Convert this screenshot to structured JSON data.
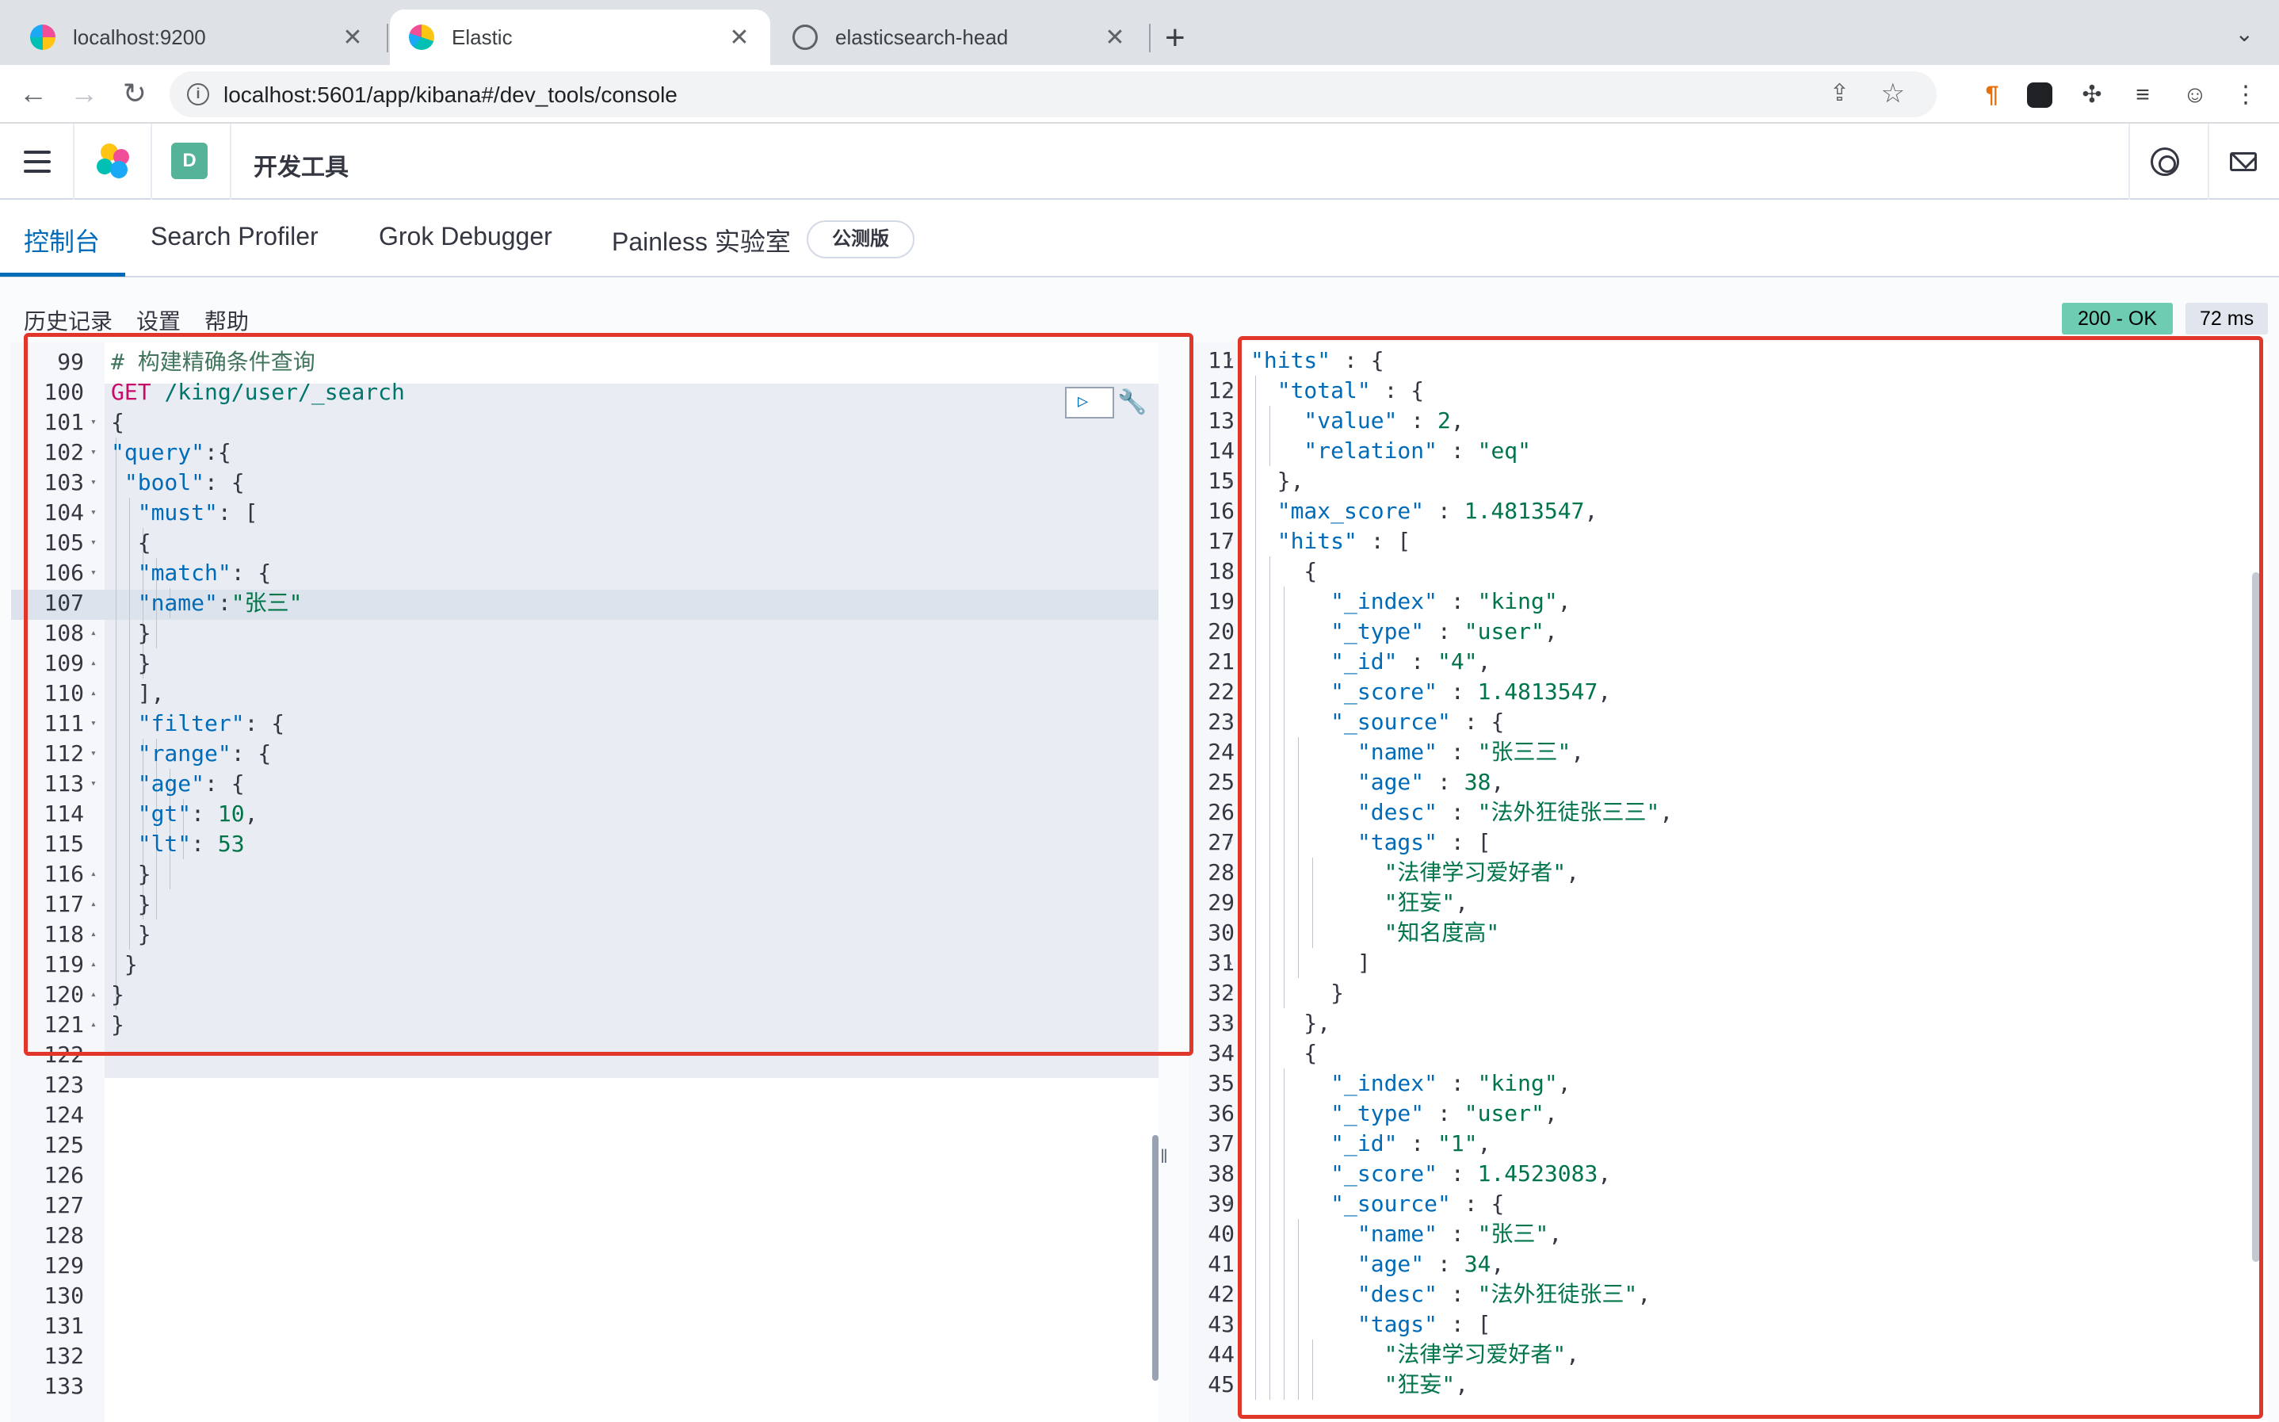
{
  "browser": {
    "tabs": [
      {
        "title": "localhost:9200",
        "close": "✕"
      },
      {
        "title": "Elastic",
        "close": "✕"
      },
      {
        "title": "elasticsearch-head",
        "close": "✕"
      }
    ],
    "new_tab": "+",
    "tab_menu": "⌄",
    "url": "localhost:5601/app/kibana#/dev_tools/console"
  },
  "kibana": {
    "space_initial": "D",
    "app_title": "开发工具",
    "tabs": [
      {
        "label": "控制台"
      },
      {
        "label": "Search Profiler"
      },
      {
        "label": "Grok Debugger"
      },
      {
        "label": "Painless 实验室"
      }
    ],
    "beta_badge": "公测版",
    "console_nav": [
      "历史记录",
      "设置",
      "帮助"
    ],
    "response_status": "200 - OK",
    "response_time": "72 ms"
  },
  "colors": {
    "accent": "#006bb8",
    "status_ok": "#6dccb1",
    "annotation_box": "#e1372b"
  },
  "request_editor": {
    "lines": [
      {
        "n": "99",
        "fold": "",
        "indent": 0,
        "tokens": [
          {
            "t": "comment",
            "v": "# 构建精确条件查询"
          }
        ]
      },
      {
        "n": "100",
        "fold": "",
        "indent": 0,
        "tokens": [
          {
            "t": "method",
            "v": "GET "
          },
          {
            "t": "url",
            "v": "/king/user/_search"
          }
        ]
      },
      {
        "n": "101",
        "fold": "▾",
        "indent": 0,
        "tokens": [
          {
            "t": "punc",
            "v": "{"
          }
        ]
      },
      {
        "n": "102",
        "fold": "▾",
        "indent": 1,
        "tokens": [
          {
            "t": "key",
            "v": "\"query\""
          },
          {
            "t": "punc",
            "v": ":{"
          }
        ]
      },
      {
        "n": "103",
        "fold": "▾",
        "indent": 1,
        "tokens": [
          {
            "t": "key",
            "v": " \"bool\""
          },
          {
            "t": "punc",
            "v": ": {"
          }
        ]
      },
      {
        "n": "104",
        "fold": "▾",
        "indent": 2,
        "tokens": [
          {
            "t": "key",
            "v": "  \"must\""
          },
          {
            "t": "punc",
            "v": ": ["
          }
        ]
      },
      {
        "n": "105",
        "fold": "▾",
        "indent": 3,
        "tokens": [
          {
            "t": "punc",
            "v": "  {"
          }
        ]
      },
      {
        "n": "106",
        "fold": "▾",
        "indent": 4,
        "tokens": [
          {
            "t": "key",
            "v": "  \"match\""
          },
          {
            "t": "punc",
            "v": ": {"
          }
        ]
      },
      {
        "n": "107",
        "fold": "",
        "indent": 5,
        "tokens": [
          {
            "t": "key",
            "v": "  \"name\""
          },
          {
            "t": "punc",
            "v": ":"
          },
          {
            "t": "str",
            "v": "\"张三\""
          }
        ]
      },
      {
        "n": "108",
        "fold": "▴",
        "indent": 4,
        "tokens": [
          {
            "t": "punc",
            "v": "  }"
          }
        ]
      },
      {
        "n": "109",
        "fold": "▴",
        "indent": 3,
        "tokens": [
          {
            "t": "punc",
            "v": "  }"
          }
        ]
      },
      {
        "n": "110",
        "fold": "▴",
        "indent": 2,
        "tokens": [
          {
            "t": "punc",
            "v": "  ],"
          }
        ]
      },
      {
        "n": "111",
        "fold": "▾",
        "indent": 2,
        "tokens": [
          {
            "t": "key",
            "v": "  \"filter\""
          },
          {
            "t": "punc",
            "v": ": {"
          }
        ]
      },
      {
        "n": "112",
        "fold": "▾",
        "indent": 4,
        "tokens": [
          {
            "t": "key",
            "v": "  \"range\""
          },
          {
            "t": "punc",
            "v": ": {"
          }
        ]
      },
      {
        "n": "113",
        "fold": "▾",
        "indent": 5,
        "tokens": [
          {
            "t": "key",
            "v": "  \"age\""
          },
          {
            "t": "punc",
            "v": ": {"
          }
        ]
      },
      {
        "n": "114",
        "fold": "",
        "indent": 6,
        "tokens": [
          {
            "t": "key",
            "v": "  \"gt\""
          },
          {
            "t": "punc",
            "v": ": "
          },
          {
            "t": "num",
            "v": "10"
          },
          {
            "t": "punc",
            "v": ","
          }
        ]
      },
      {
        "n": "115",
        "fold": "",
        "indent": 6,
        "tokens": [
          {
            "t": "key",
            "v": "  \"lt\""
          },
          {
            "t": "punc",
            "v": ": "
          },
          {
            "t": "num",
            "v": "53"
          }
        ]
      },
      {
        "n": "116",
        "fold": "▴",
        "indent": 5,
        "tokens": [
          {
            "t": "punc",
            "v": "  }"
          }
        ]
      },
      {
        "n": "117",
        "fold": "▴",
        "indent": 4,
        "tokens": [
          {
            "t": "punc",
            "v": "  }"
          }
        ]
      },
      {
        "n": "118",
        "fold": "▴",
        "indent": 2,
        "tokens": [
          {
            "t": "punc",
            "v": "  }"
          }
        ]
      },
      {
        "n": "119",
        "fold": "▴",
        "indent": 1,
        "tokens": [
          {
            "t": "punc",
            "v": " }"
          }
        ]
      },
      {
        "n": "120",
        "fold": "▴",
        "indent": 1,
        "tokens": [
          {
            "t": "punc",
            "v": "}"
          }
        ]
      },
      {
        "n": "121",
        "fold": "▴",
        "indent": 0,
        "tokens": [
          {
            "t": "punc",
            "v": "}"
          }
        ]
      },
      {
        "n": "122",
        "fold": "",
        "indent": 0,
        "tokens": []
      },
      {
        "n": "123",
        "fold": "",
        "indent": 0,
        "tokens": []
      },
      {
        "n": "124",
        "fold": "",
        "indent": 0,
        "tokens": []
      },
      {
        "n": "125",
        "fold": "",
        "indent": 0,
        "tokens": []
      },
      {
        "n": "126",
        "fold": "",
        "indent": 0,
        "tokens": []
      },
      {
        "n": "127",
        "fold": "",
        "indent": 0,
        "tokens": []
      },
      {
        "n": "128",
        "fold": "",
        "indent": 0,
        "tokens": []
      },
      {
        "n": "129",
        "fold": "",
        "indent": 0,
        "tokens": []
      },
      {
        "n": "130",
        "fold": "",
        "indent": 0,
        "tokens": []
      },
      {
        "n": "131",
        "fold": "",
        "indent": 0,
        "tokens": []
      },
      {
        "n": "132",
        "fold": "",
        "indent": 0,
        "tokens": []
      },
      {
        "n": "133",
        "fold": "",
        "indent": 0,
        "tokens": []
      }
    ]
  },
  "response_editor": {
    "lines": [
      {
        "n": "11",
        "fold": "▾",
        "indent": 0,
        "tokens": [
          {
            "t": "key",
            "v": "\"hits\""
          },
          {
            "t": "punc",
            "v": " : {"
          }
        ]
      },
      {
        "n": "12",
        "fold": "▾",
        "indent": 1,
        "tokens": [
          {
            "t": "key",
            "v": "  \"total\""
          },
          {
            "t": "punc",
            "v": " : {"
          }
        ]
      },
      {
        "n": "13",
        "fold": "",
        "indent": 2,
        "tokens": [
          {
            "t": "key",
            "v": "    \"value\""
          },
          {
            "t": "punc",
            "v": " : "
          },
          {
            "t": "num",
            "v": "2"
          },
          {
            "t": "punc",
            "v": ","
          }
        ]
      },
      {
        "n": "14",
        "fold": "",
        "indent": 2,
        "tokens": [
          {
            "t": "key",
            "v": "    \"relation\""
          },
          {
            "t": "punc",
            "v": " : "
          },
          {
            "t": "str",
            "v": "\"eq\""
          }
        ]
      },
      {
        "n": "15",
        "fold": "▴",
        "indent": 1,
        "tokens": [
          {
            "t": "punc",
            "v": "  },"
          }
        ]
      },
      {
        "n": "16",
        "fold": "",
        "indent": 1,
        "tokens": [
          {
            "t": "key",
            "v": "  \"max_score\""
          },
          {
            "t": "punc",
            "v": " : "
          },
          {
            "t": "num",
            "v": "1.4813547"
          },
          {
            "t": "punc",
            "v": ","
          }
        ]
      },
      {
        "n": "17",
        "fold": "▾",
        "indent": 1,
        "tokens": [
          {
            "t": "key",
            "v": "  \"hits\""
          },
          {
            "t": "punc",
            "v": " : ["
          }
        ]
      },
      {
        "n": "18",
        "fold": "▾",
        "indent": 2,
        "tokens": [
          {
            "t": "punc",
            "v": "    {"
          }
        ]
      },
      {
        "n": "19",
        "fold": "",
        "indent": 3,
        "tokens": [
          {
            "t": "key",
            "v": "      \"_index\""
          },
          {
            "t": "punc",
            "v": " : "
          },
          {
            "t": "str",
            "v": "\"king\""
          },
          {
            "t": "punc",
            "v": ","
          }
        ]
      },
      {
        "n": "20",
        "fold": "",
        "indent": 3,
        "tokens": [
          {
            "t": "key",
            "v": "      \"_type\""
          },
          {
            "t": "punc",
            "v": " : "
          },
          {
            "t": "str",
            "v": "\"user\""
          },
          {
            "t": "punc",
            "v": ","
          }
        ]
      },
      {
        "n": "21",
        "fold": "",
        "indent": 3,
        "tokens": [
          {
            "t": "key",
            "v": "      \"_id\""
          },
          {
            "t": "punc",
            "v": " : "
          },
          {
            "t": "str",
            "v": "\"4\""
          },
          {
            "t": "punc",
            "v": ","
          }
        ]
      },
      {
        "n": "22",
        "fold": "",
        "indent": 3,
        "tokens": [
          {
            "t": "key",
            "v": "      \"_score\""
          },
          {
            "t": "punc",
            "v": " : "
          },
          {
            "t": "num",
            "v": "1.4813547"
          },
          {
            "t": "punc",
            "v": ","
          }
        ]
      },
      {
        "n": "23",
        "fold": "▾",
        "indent": 3,
        "tokens": [
          {
            "t": "key",
            "v": "      \"_source\""
          },
          {
            "t": "punc",
            "v": " : {"
          }
        ]
      },
      {
        "n": "24",
        "fold": "",
        "indent": 4,
        "tokens": [
          {
            "t": "key",
            "v": "        \"name\""
          },
          {
            "t": "punc",
            "v": " : "
          },
          {
            "t": "str",
            "v": "\"张三三\""
          },
          {
            "t": "punc",
            "v": ","
          }
        ]
      },
      {
        "n": "25",
        "fold": "",
        "indent": 4,
        "tokens": [
          {
            "t": "key",
            "v": "        \"age\""
          },
          {
            "t": "punc",
            "v": " : "
          },
          {
            "t": "num",
            "v": "38"
          },
          {
            "t": "punc",
            "v": ","
          }
        ]
      },
      {
        "n": "26",
        "fold": "",
        "indent": 4,
        "tokens": [
          {
            "t": "key",
            "v": "        \"desc\""
          },
          {
            "t": "punc",
            "v": " : "
          },
          {
            "t": "str",
            "v": "\"法外狂徒张三三\""
          },
          {
            "t": "punc",
            "v": ","
          }
        ]
      },
      {
        "n": "27",
        "fold": "▾",
        "indent": 4,
        "tokens": [
          {
            "t": "key",
            "v": "        \"tags\""
          },
          {
            "t": "punc",
            "v": " : ["
          }
        ]
      },
      {
        "n": "28",
        "fold": "",
        "indent": 5,
        "tokens": [
          {
            "t": "str",
            "v": "          \"法律学习爱好者\""
          },
          {
            "t": "punc",
            "v": ","
          }
        ]
      },
      {
        "n": "29",
        "fold": "",
        "indent": 5,
        "tokens": [
          {
            "t": "str",
            "v": "          \"狂妄\""
          },
          {
            "t": "punc",
            "v": ","
          }
        ]
      },
      {
        "n": "30",
        "fold": "",
        "indent": 5,
        "tokens": [
          {
            "t": "str",
            "v": "          \"知名度高\""
          }
        ]
      },
      {
        "n": "31",
        "fold": "▴",
        "indent": 4,
        "tokens": [
          {
            "t": "punc",
            "v": "        ]"
          }
        ]
      },
      {
        "n": "32",
        "fold": "▴",
        "indent": 3,
        "tokens": [
          {
            "t": "punc",
            "v": "      }"
          }
        ]
      },
      {
        "n": "33",
        "fold": "▴",
        "indent": 2,
        "tokens": [
          {
            "t": "punc",
            "v": "    },"
          }
        ]
      },
      {
        "n": "34",
        "fold": "▾",
        "indent": 2,
        "tokens": [
          {
            "t": "punc",
            "v": "    {"
          }
        ]
      },
      {
        "n": "35",
        "fold": "",
        "indent": 3,
        "tokens": [
          {
            "t": "key",
            "v": "      \"_index\""
          },
          {
            "t": "punc",
            "v": " : "
          },
          {
            "t": "str",
            "v": "\"king\""
          },
          {
            "t": "punc",
            "v": ","
          }
        ]
      },
      {
        "n": "36",
        "fold": "",
        "indent": 3,
        "tokens": [
          {
            "t": "key",
            "v": "      \"_type\""
          },
          {
            "t": "punc",
            "v": " : "
          },
          {
            "t": "str",
            "v": "\"user\""
          },
          {
            "t": "punc",
            "v": ","
          }
        ]
      },
      {
        "n": "37",
        "fold": "",
        "indent": 3,
        "tokens": [
          {
            "t": "key",
            "v": "      \"_id\""
          },
          {
            "t": "punc",
            "v": " : "
          },
          {
            "t": "str",
            "v": "\"1\""
          },
          {
            "t": "punc",
            "v": ","
          }
        ]
      },
      {
        "n": "38",
        "fold": "",
        "indent": 3,
        "tokens": [
          {
            "t": "key",
            "v": "      \"_score\""
          },
          {
            "t": "punc",
            "v": " : "
          },
          {
            "t": "num",
            "v": "1.4523083"
          },
          {
            "t": "punc",
            "v": ","
          }
        ]
      },
      {
        "n": "39",
        "fold": "▾",
        "indent": 3,
        "tokens": [
          {
            "t": "key",
            "v": "      \"_source\""
          },
          {
            "t": "punc",
            "v": " : {"
          }
        ]
      },
      {
        "n": "40",
        "fold": "",
        "indent": 4,
        "tokens": [
          {
            "t": "key",
            "v": "        \"name\""
          },
          {
            "t": "punc",
            "v": " : "
          },
          {
            "t": "str",
            "v": "\"张三\""
          },
          {
            "t": "punc",
            "v": ","
          }
        ]
      },
      {
        "n": "41",
        "fold": "",
        "indent": 4,
        "tokens": [
          {
            "t": "key",
            "v": "        \"age\""
          },
          {
            "t": "punc",
            "v": " : "
          },
          {
            "t": "num",
            "v": "34"
          },
          {
            "t": "punc",
            "v": ","
          }
        ]
      },
      {
        "n": "42",
        "fold": "",
        "indent": 4,
        "tokens": [
          {
            "t": "key",
            "v": "        \"desc\""
          },
          {
            "t": "punc",
            "v": " : "
          },
          {
            "t": "str",
            "v": "\"法外狂徒张三\""
          },
          {
            "t": "punc",
            "v": ","
          }
        ]
      },
      {
        "n": "43",
        "fold": "▾",
        "indent": 4,
        "tokens": [
          {
            "t": "key",
            "v": "        \"tags\""
          },
          {
            "t": "punc",
            "v": " : ["
          }
        ]
      },
      {
        "n": "44",
        "fold": "",
        "indent": 5,
        "tokens": [
          {
            "t": "str",
            "v": "          \"法律学习爱好者\""
          },
          {
            "t": "punc",
            "v": ","
          }
        ]
      },
      {
        "n": "45",
        "fold": "",
        "indent": 5,
        "tokens": [
          {
            "t": "str",
            "v": "          \"狂妄\""
          },
          {
            "t": "punc",
            "v": ","
          }
        ]
      }
    ]
  }
}
